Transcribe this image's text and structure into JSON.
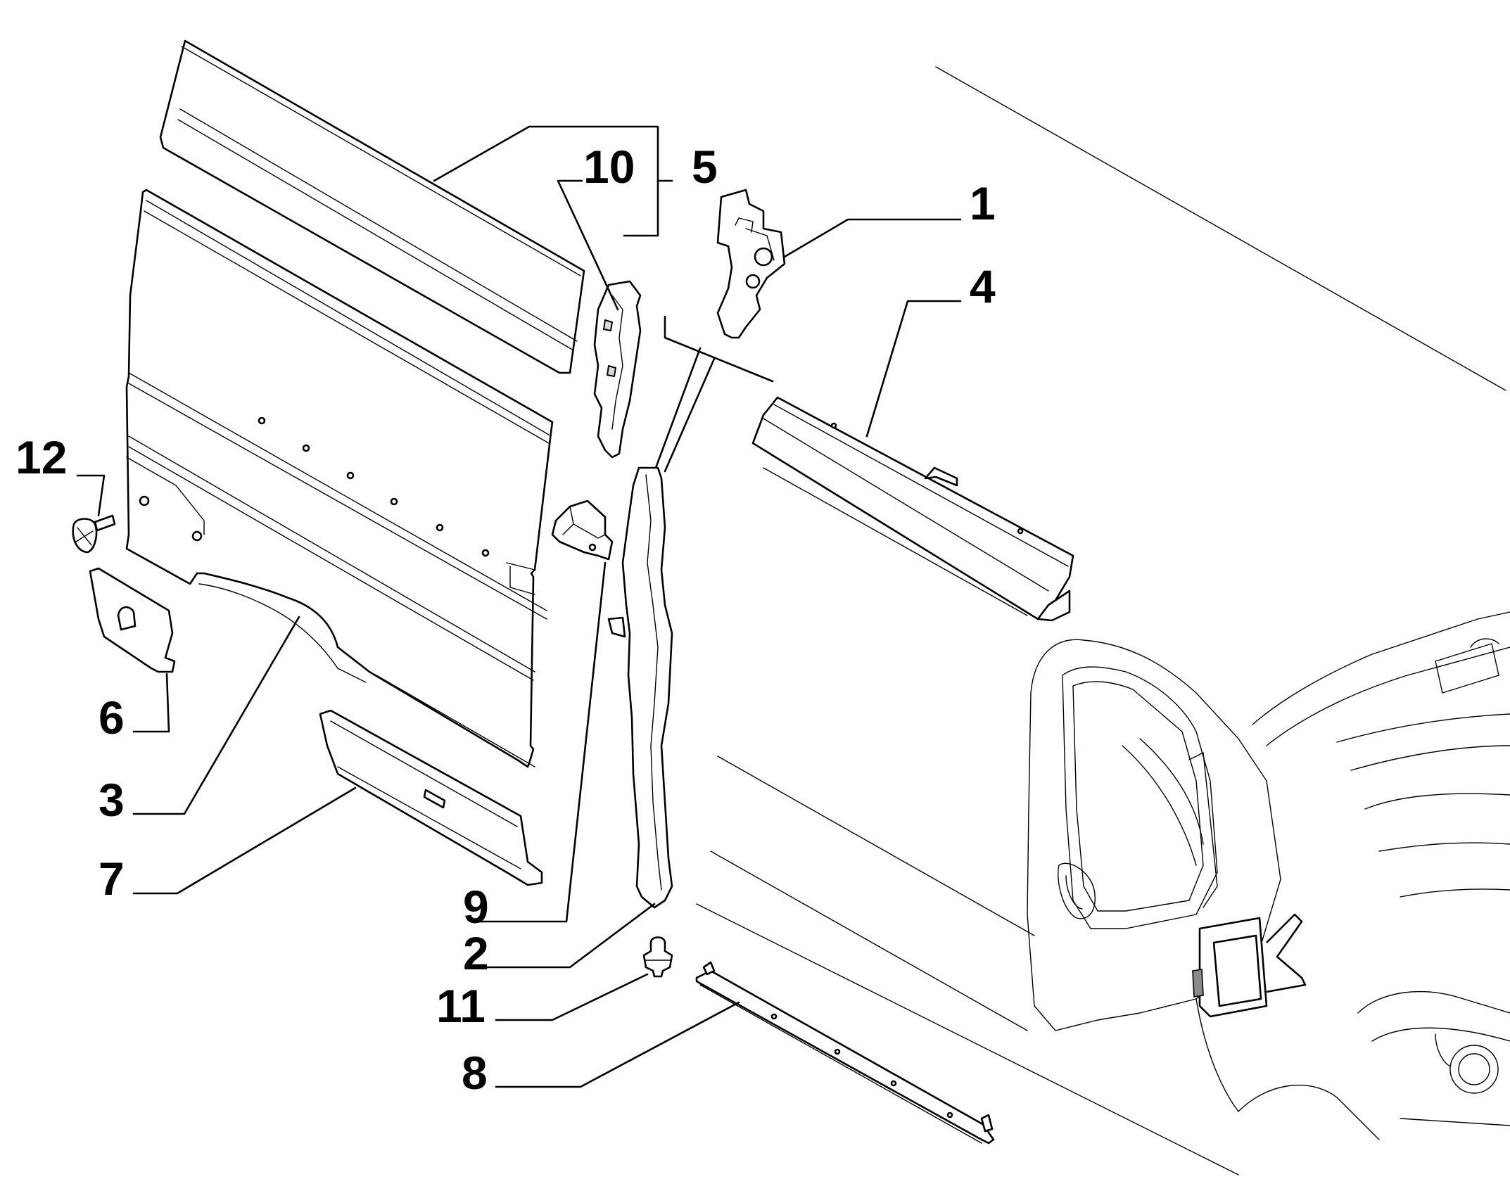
{
  "callouts": [
    {
      "id": "callout-1",
      "label": "1"
    },
    {
      "id": "callout-2",
      "label": "2"
    },
    {
      "id": "callout-3",
      "label": "3"
    },
    {
      "id": "callout-4",
      "label": "4"
    },
    {
      "id": "callout-5",
      "label": "5"
    },
    {
      "id": "callout-6",
      "label": "6"
    },
    {
      "id": "callout-7",
      "label": "7"
    },
    {
      "id": "callout-8",
      "label": "8"
    },
    {
      "id": "callout-9",
      "label": "9"
    },
    {
      "id": "callout-10",
      "label": "10"
    },
    {
      "id": "callout-11",
      "label": "11"
    },
    {
      "id": "callout-12",
      "label": "12"
    }
  ]
}
